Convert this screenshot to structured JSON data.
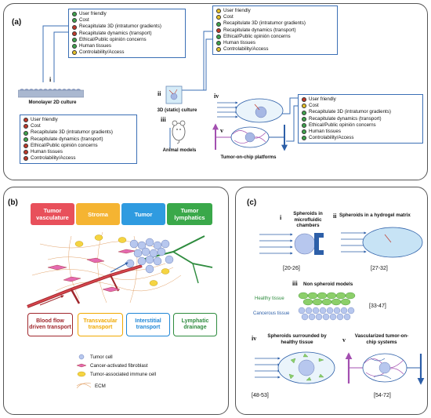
{
  "panel_a": {
    "label": "(a)",
    "box1": {
      "items": [
        {
          "text": "User friendly",
          "color": "#3fa34d"
        },
        {
          "text": "Cost",
          "color": "#3fa34d"
        },
        {
          "text": "Recapitulate 3D (intratumor gradients)",
          "color": "#c0392b"
        },
        {
          "text": "Recapitulate dynamics (transport)",
          "color": "#c0392b"
        },
        {
          "text": "Ethical/Public opinión concerns",
          "color": "#3fa34d"
        },
        {
          "text": "Human tissues",
          "color": "#3fa34d"
        },
        {
          "text": "Controlability/Access",
          "color": "#e6c229"
        }
      ]
    },
    "box2": {
      "items": [
        {
          "text": "User friendly",
          "color": "#e6c229"
        },
        {
          "text": "Cost",
          "color": "#e6c229"
        },
        {
          "text": "Recapitulate 3D (intratumor gradients)",
          "color": "#3fa34d"
        },
        {
          "text": "Recapitulate dynamics (transport)",
          "color": "#c0392b"
        },
        {
          "text": "Ethical/Public opinión concerns",
          "color": "#3fa34d"
        },
        {
          "text": "Human tissues",
          "color": "#3fa34d"
        },
        {
          "text": "Controlability/Access",
          "color": "#e6c229"
        }
      ]
    },
    "box3": {
      "items": [
        {
          "text": "User friendly",
          "color": "#c0392b"
        },
        {
          "text": "Cost",
          "color": "#c0392b"
        },
        {
          "text": "Recapitulate 3D (intratumor gradients)",
          "color": "#3fa34d"
        },
        {
          "text": "Recapitulate dynamics (transport)",
          "color": "#3fa34d"
        },
        {
          "text": "Ethical/Public opinión concerns",
          "color": "#c0392b"
        },
        {
          "text": "Human tissues",
          "color": "#c0392b"
        },
        {
          "text": "Controlability/Access",
          "color": "#c0392b"
        }
      ]
    },
    "box4": {
      "items": [
        {
          "text": "User friendly",
          "color": "#c0392b"
        },
        {
          "text": "Cost",
          "color": "#e6c229"
        },
        {
          "text": "Recapitulate 3D (intratumor gradients)",
          "color": "#3fa34d"
        },
        {
          "text": "Recapitulate dynamics (transport)",
          "color": "#3fa34d"
        },
        {
          "text": "Ethical/Public opinión concerns",
          "color": "#3fa34d"
        },
        {
          "text": "Human tissues",
          "color": "#3fa34d"
        },
        {
          "text": "Controlability/Access",
          "color": "#3fa34d"
        }
      ]
    },
    "models": {
      "i_num": "i",
      "i_caption": "Monolayer 2D culture",
      "ii_num": "ii",
      "ii_caption": "3D (static) culture",
      "iii_num": "iii",
      "iii_caption": "Animal models",
      "iv_num": "iv",
      "v_num": "v",
      "toc_caption": "Tumor-on-chip platforms"
    }
  },
  "panel_b": {
    "label": "(b)",
    "headers": [
      {
        "text": "Tumor vasculature",
        "color": "#e8505b"
      },
      {
        "text": "Stroma",
        "color": "#f5b432"
      },
      {
        "text": "Tumor",
        "color": "#2f9be0"
      },
      {
        "text": "Tumor lymphatics",
        "color": "#3aa84a"
      }
    ],
    "transports": [
      {
        "text": "Blood flow driven transport",
        "color": "#a0282d"
      },
      {
        "text": "Transvacular transport",
        "color": "#f0a800"
      },
      {
        "text": "Interstitial transport",
        "color": "#1f86d6"
      },
      {
        "text": "Lymphatic drainage",
        "color": "#2e8b3e"
      }
    ],
    "legend": {
      "tumor_cell": "Tumor cell",
      "fibroblast": "Cancer-activated fibroblast",
      "immune": "Tumor-associated immune cell",
      "ecm": "ECM"
    }
  },
  "panel_c": {
    "label": "(c)",
    "i_num": "i",
    "i_title": "Spheroids in microfluidic chambers",
    "i_ref": "[20-26]",
    "ii_num": "ii",
    "ii_title": "Spheroids in a hydrogel matrix",
    "ii_ref": "[27-32]",
    "iii_num": "iii",
    "iii_title": "Non spheroid models",
    "iii_ref": "[33-47]",
    "healthy": "Healthy tissue",
    "cancerous": "Cancerous tissue",
    "iv_num": "iv",
    "iv_title": "Spheroids surrounded by healthy tissue",
    "iv_ref": "[48-53]",
    "v_num": "v",
    "v_title": "Vascularized tumor-on-chip systems",
    "v_ref": "[54-72]"
  }
}
